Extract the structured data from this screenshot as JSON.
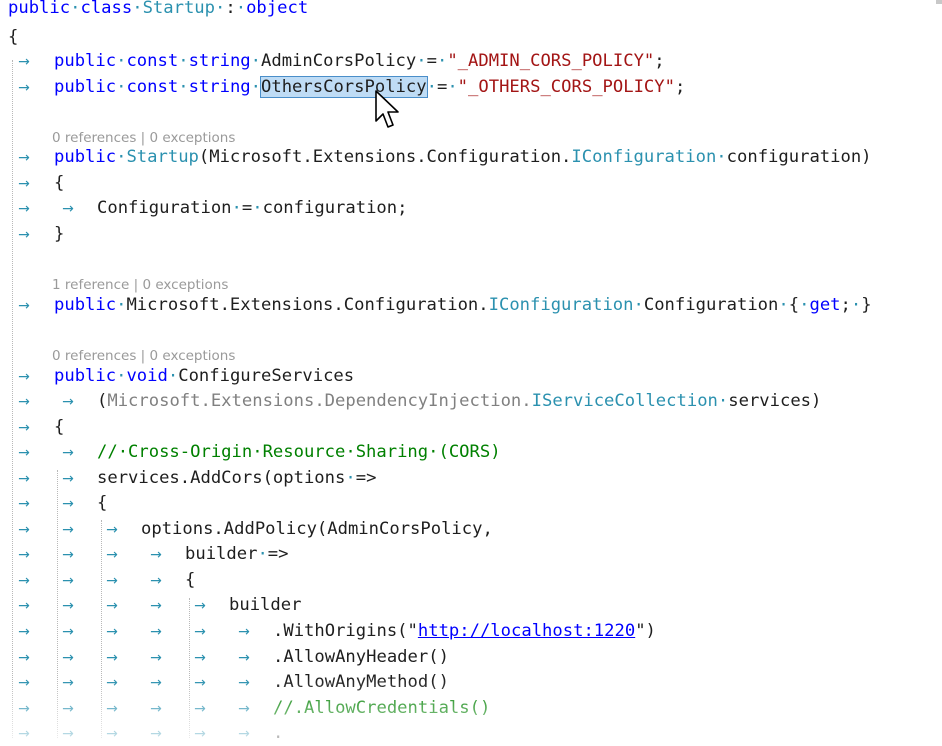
{
  "editor": {
    "lens_refs": [
      "0 references | 0 exceptions",
      "1 reference | 0 exceptions",
      "0 references | 0 exceptions"
    ],
    "lines": [
      [
        [
          "kw",
          "public"
        ],
        [
          "ws",
          "·"
        ],
        [
          "kw",
          "class"
        ],
        [
          "ws",
          "·"
        ],
        [
          "ty",
          "Startup"
        ],
        [
          "ws",
          "·"
        ],
        [
          "tx",
          ":"
        ],
        [
          "ws",
          "·"
        ],
        [
          "kw",
          "object"
        ]
      ],
      [
        [
          "tx",
          "{"
        ]
      ],
      [
        [
          "kw",
          "public"
        ],
        [
          "ws",
          "·"
        ],
        [
          "kw",
          "const"
        ],
        [
          "ws",
          "·"
        ],
        [
          "kw",
          "string"
        ],
        [
          "ws",
          "·"
        ],
        [
          "tx",
          "AdminCorsPolicy"
        ],
        [
          "ws",
          "·"
        ],
        [
          "tx",
          "="
        ],
        [
          "ws",
          "·"
        ],
        [
          "st",
          "\"_ADMIN_CORS_POLICY\""
        ],
        [
          "tx",
          ";"
        ]
      ],
      [
        [
          "kw",
          "public"
        ],
        [
          "ws",
          "·"
        ],
        [
          "kw",
          "const"
        ],
        [
          "ws",
          "·"
        ],
        [
          "kw",
          "string"
        ],
        [
          "ws",
          "·"
        ],
        [
          "hl",
          "OthersCorsPolicy"
        ],
        [
          "ws",
          "·"
        ],
        [
          "tx",
          "="
        ],
        [
          "ws",
          "·"
        ],
        [
          "st",
          "\"_OTHERS_CORS_POLICY\""
        ],
        [
          "tx",
          ";"
        ]
      ],
      [
        [
          "kw",
          "public"
        ],
        [
          "ws",
          "·"
        ],
        [
          "ty",
          "Startup"
        ],
        [
          "tx",
          "(Microsoft.Extensions.Configuration."
        ],
        [
          "ty",
          "IConfiguration"
        ],
        [
          "ws",
          "·"
        ],
        [
          "tx",
          "configuration)"
        ]
      ],
      [
        [
          "tx",
          "{"
        ]
      ],
      [
        [
          "tx",
          "Configuration"
        ],
        [
          "ws",
          "·"
        ],
        [
          "tx",
          "="
        ],
        [
          "ws",
          "·"
        ],
        [
          "tx",
          "configuration;"
        ]
      ],
      [
        [
          "tx",
          "}"
        ]
      ],
      [
        [
          "kw",
          "public"
        ],
        [
          "ws",
          "·"
        ],
        [
          "tx",
          "Microsoft.Extensions.Configuration."
        ],
        [
          "ty",
          "IConfiguration"
        ],
        [
          "ws",
          "·"
        ],
        [
          "tx",
          "Configuration"
        ],
        [
          "ws",
          "·"
        ],
        [
          "tx",
          "{"
        ],
        [
          "ws",
          "·"
        ],
        [
          "kw",
          "get"
        ],
        [
          "tx",
          ";"
        ],
        [
          "ws",
          "·"
        ],
        [
          "tx",
          "}"
        ]
      ],
      [
        [
          "kw",
          "public"
        ],
        [
          "ws",
          "·"
        ],
        [
          "kw",
          "void"
        ],
        [
          "ws",
          "·"
        ],
        [
          "tx",
          "ConfigureServices"
        ]
      ],
      [
        [
          "tx",
          "("
        ],
        [
          "ns",
          "Microsoft.Extensions.DependencyInjection."
        ],
        [
          "ty",
          "IServiceCollection"
        ],
        [
          "ws",
          "·"
        ],
        [
          "tx",
          "services)"
        ]
      ],
      [
        [
          "tx",
          "{"
        ]
      ],
      [
        [
          "cm",
          "//·Cross-Origin·Resource·Sharing·(CORS)"
        ]
      ],
      [
        [
          "tx",
          "services.AddCors(options"
        ],
        [
          "ws",
          "·"
        ],
        [
          "tx",
          "=>"
        ]
      ],
      [
        [
          "tx",
          "{"
        ]
      ],
      [
        [
          "tx",
          "options.AddPolicy(AdminCorsPolicy,"
        ]
      ],
      [
        [
          "tx",
          "builder"
        ],
        [
          "ws",
          "·"
        ],
        [
          "tx",
          "=>"
        ]
      ],
      [
        [
          "tx",
          "{"
        ]
      ],
      [
        [
          "tx",
          "builder"
        ]
      ],
      [
        [
          "tx",
          ".WithOrigins(\""
        ],
        [
          "url",
          "http://localhost:1220"
        ],
        [
          "tx",
          "\")"
        ]
      ],
      [
        [
          "tx",
          ".AllowAnyHeader()"
        ]
      ],
      [
        [
          "tx",
          ".AllowAnyMethod()"
        ]
      ],
      [
        [
          "cm",
          "//.AllowCredentials()"
        ]
      ],
      [
        [
          "tx",
          "."
        ]
      ]
    ]
  }
}
